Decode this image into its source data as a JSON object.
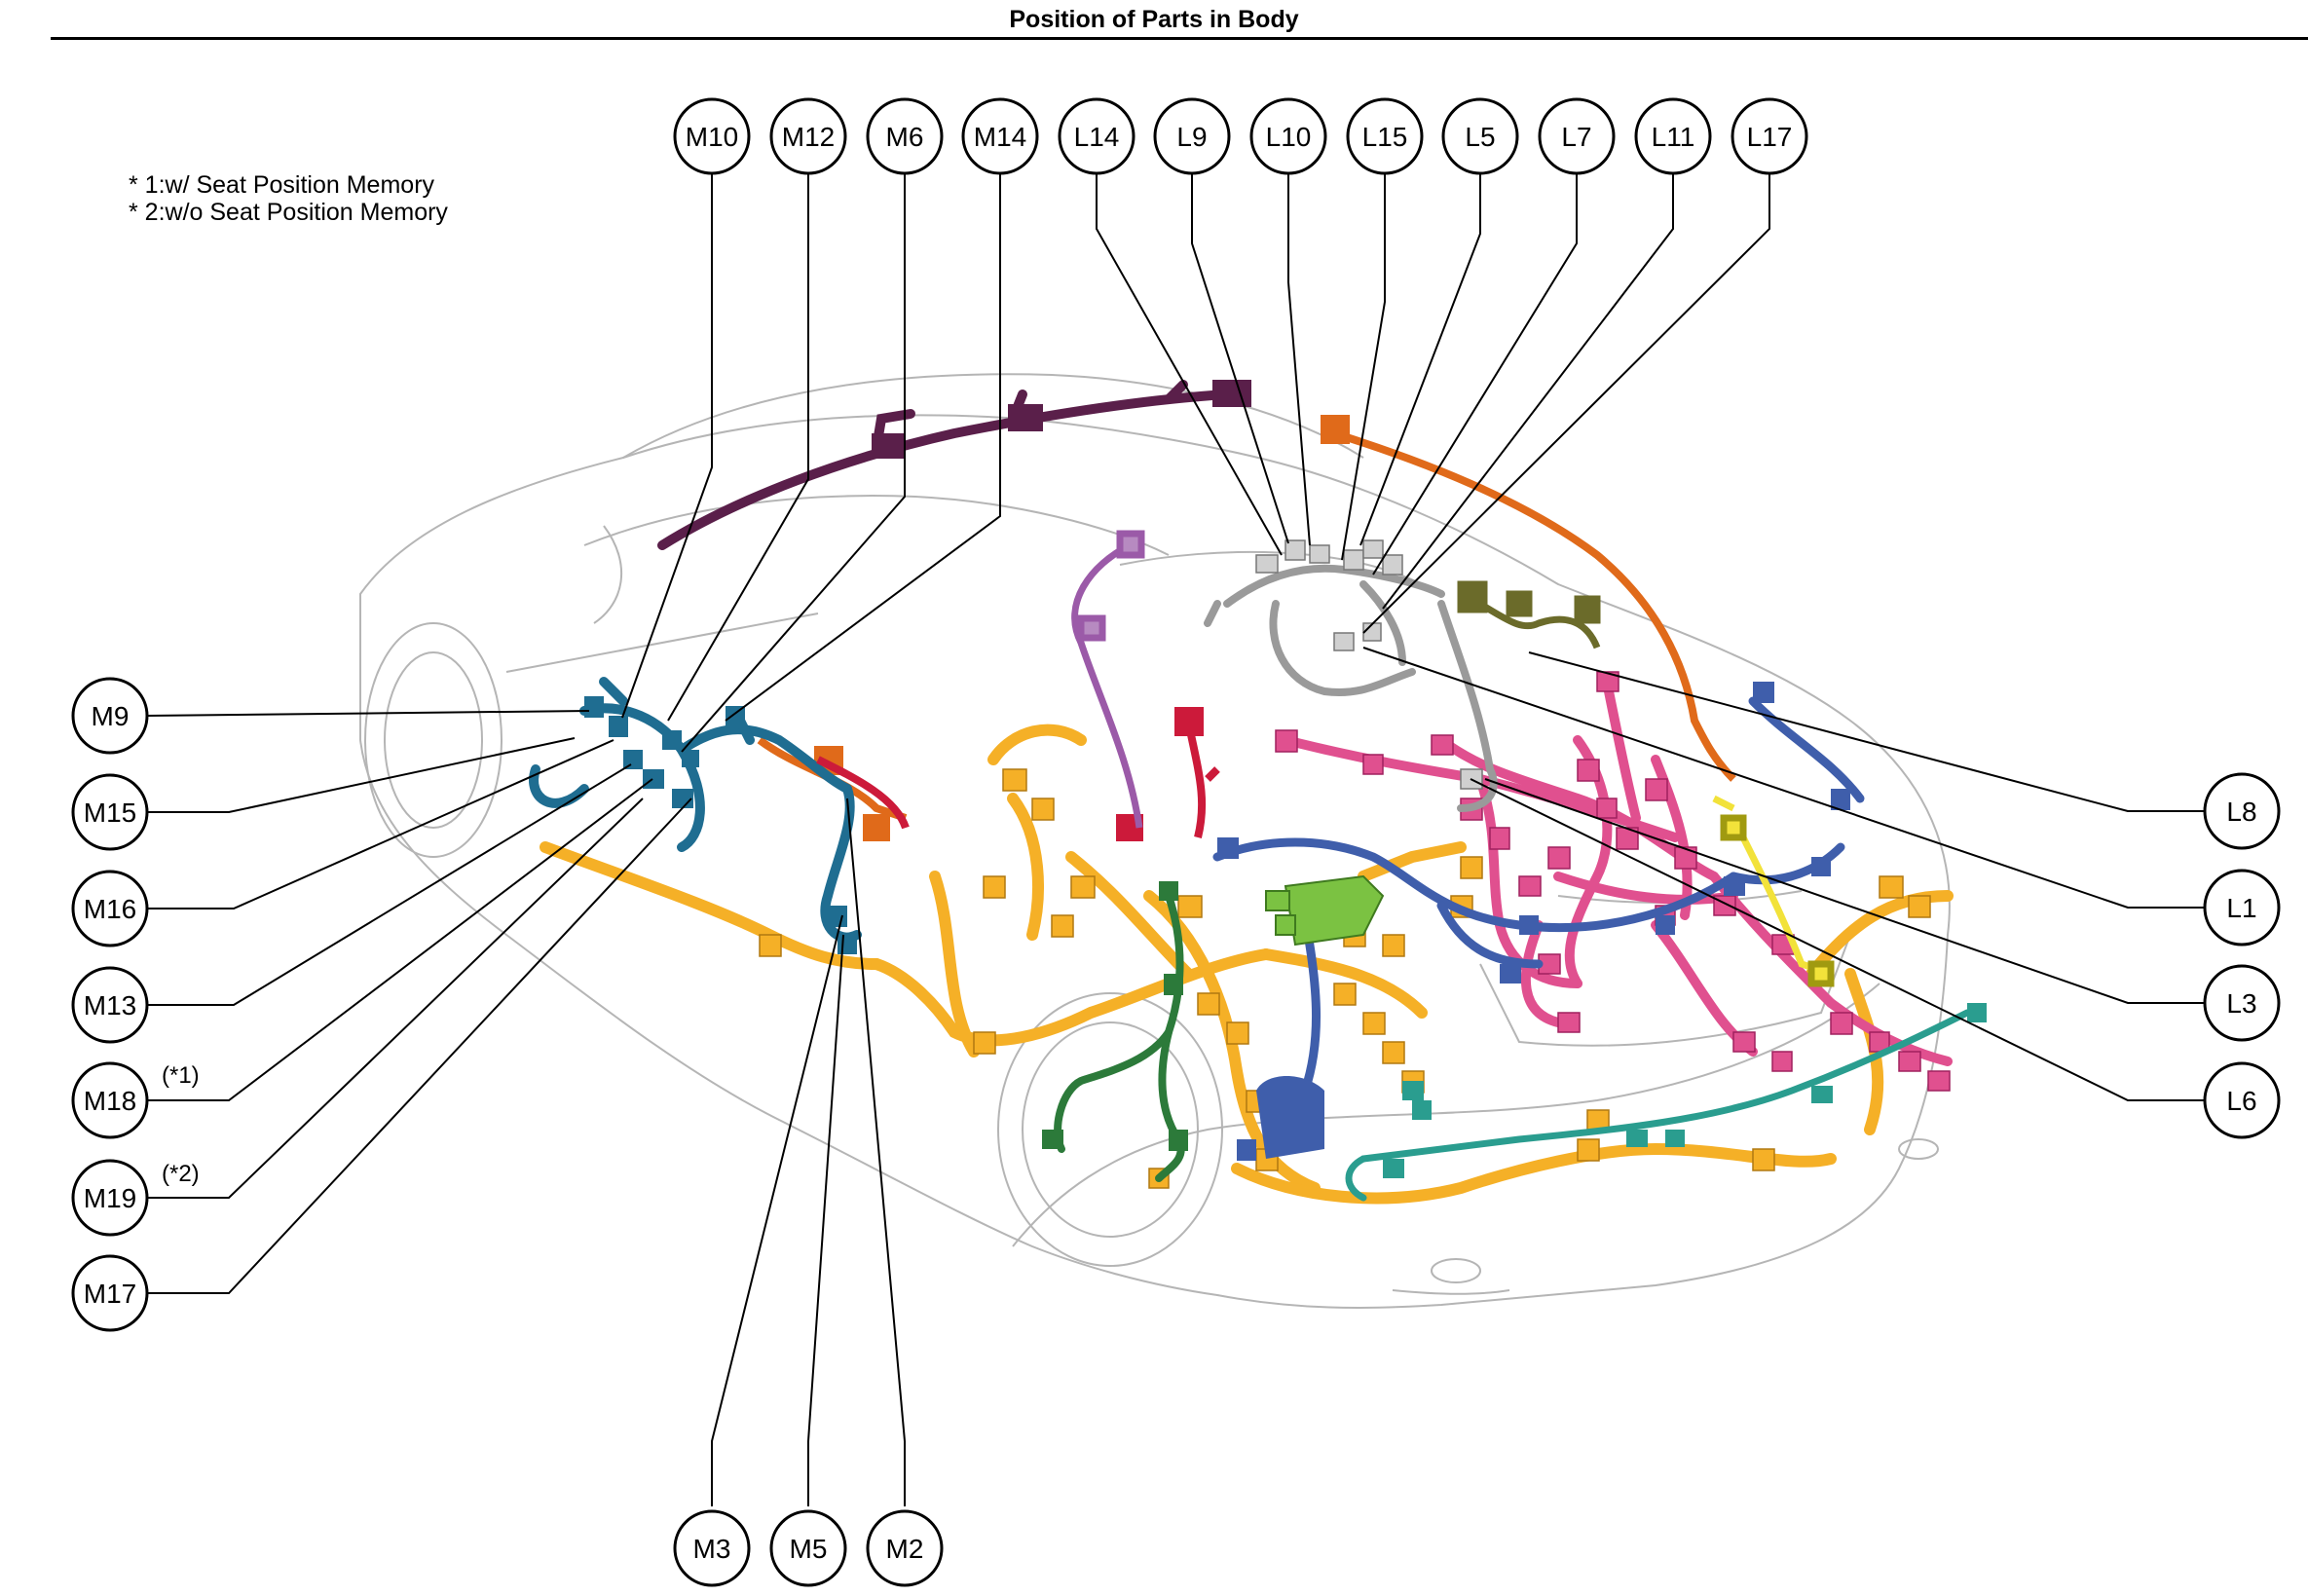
{
  "title": "Position of Parts in Body",
  "notes": [
    "* 1:w/ Seat Position Memory",
    "* 2:w/o Seat Position Memory"
  ],
  "callouts": {
    "top": [
      "M10",
      "M12",
      "M6",
      "M14",
      "L14",
      "L9",
      "L10",
      "L15",
      "L5",
      "L7",
      "L11",
      "L17"
    ],
    "left": [
      "M9",
      "M15",
      "M16",
      "M13",
      "M18",
      "M19",
      "M17"
    ],
    "bottom": [
      "M3",
      "M5",
      "M2"
    ],
    "right": [
      "L8",
      "L1",
      "L3",
      "L6"
    ]
  },
  "annotations": {
    "m18_note": "(*1)",
    "m19_note": "(*2)"
  },
  "colors": {
    "roof_harness": "#5a1f4a",
    "floor_harness": "#f5b027",
    "left_door_harness": "#1f6d91",
    "rear_harness": "#e0508f",
    "cowl_harness": "#2c7a3a",
    "center_harness": "#3f5eab",
    "tailgate_harness": "#2a9d8f",
    "luggage_harness": "#9a9a9a",
    "accent_orange": "#e06a1a",
    "accent_red": "#cc1a3a",
    "accent_violet": "#9b5aa8",
    "accent_olive": "#6b6b2a",
    "accent_lime": "#7bc242",
    "accent_yellow": "#f2e23a"
  }
}
